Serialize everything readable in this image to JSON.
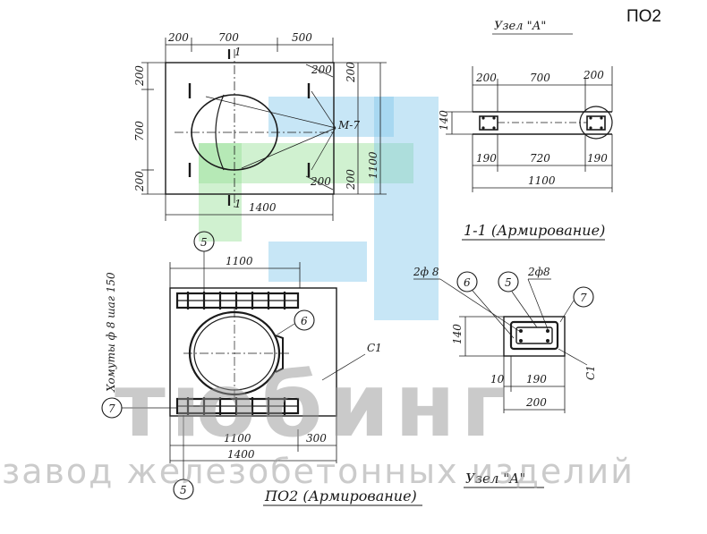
{
  "header": {
    "product_code": "ПО2"
  },
  "plan": {
    "top_dims": [
      "200",
      "700",
      "500"
    ],
    "left_dims": [
      "200",
      "700",
      "200"
    ],
    "right_dims": [
      "200",
      "200",
      "1100"
    ],
    "corner_dims": [
      "200",
      "200"
    ],
    "bottom_dim": "1400",
    "section_mark": "1",
    "loop_label": "М-7"
  },
  "node_a_top": {
    "title": "Узел \"А\"",
    "top_dims": [
      "200",
      "700",
      "200"
    ],
    "height_dim": "140",
    "bottom_dims": [
      "190",
      "720",
      "190"
    ],
    "overall_dim": "1100"
  },
  "section_1_1": {
    "title": "1-1 (Армирование)"
  },
  "reinforcement_plan": {
    "callout_5": "5",
    "callout_6": "6",
    "callout_7": "7",
    "top_dim": "1100",
    "clamps_note": "Хомуты ф 8 шаг 150",
    "c1_label": "С1",
    "bottom_dims": [
      "1100",
      "300"
    ],
    "overall_dim": "1400",
    "title": "ПО2 (Армирование)"
  },
  "node_a_bottom": {
    "bar_label_left": "2ф 8",
    "bar_label_right": "2ф8",
    "callout_6": "6",
    "callout_5": "5",
    "callout_7": "7",
    "height_dim": "140",
    "c1_label": "С1",
    "dims_small": [
      "10",
      "190"
    ],
    "dim_200": "200",
    "title": "Узел \"А\""
  },
  "watermark": {
    "brand": "тюбинг",
    "subtitle": "завод железобетонных изделий"
  }
}
